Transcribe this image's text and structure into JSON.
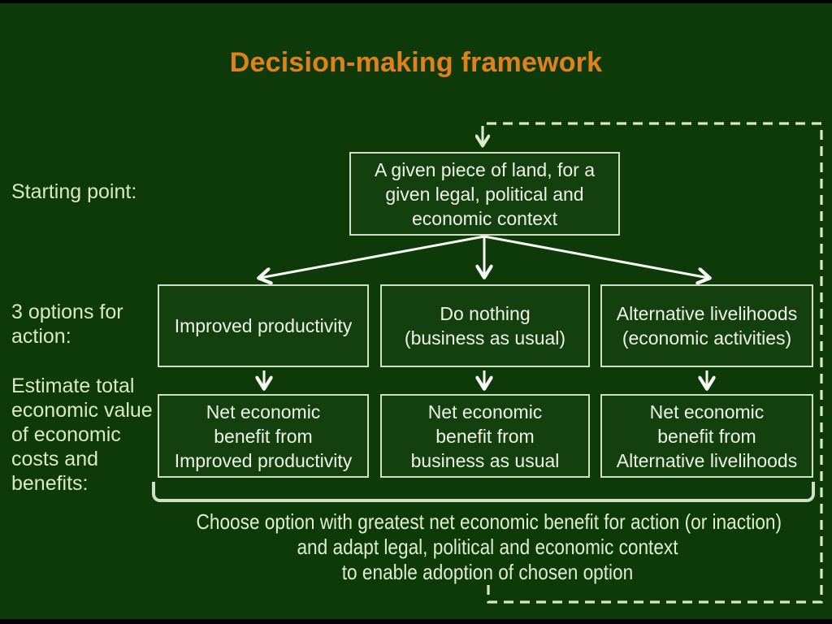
{
  "slide": {
    "title": "Decision-making framework",
    "labels": {
      "starting_point": "Starting point:",
      "options": "3 options for\naction:",
      "estimate": "Estimate total\neconomic value\nof economic\ncosts and\nbenefits:"
    },
    "boxes": {
      "context": "A given piece of land, for a\ngiven legal, political and\neconomic context",
      "option_improved": "Improved productivity",
      "option_do_nothing": "Do nothing\n(business as usual)",
      "option_alternative": "Alternative livelihoods\n(economic activities)",
      "benefit_improved": "Net economic\nbenefit from\nImproved productivity",
      "benefit_do_nothing": "Net economic\nbenefit from\nbusiness as usual",
      "benefit_alternative": "Net economic\nbenefit from\nAlternative livelihoods"
    },
    "conclusion": "Choose option with greatest net economic benefit for action (or inaction)\nand adapt legal, political and economic context\nto enable adoption of chosen option",
    "colors": {
      "background": "#0d3a08",
      "title": "#e0811b",
      "label_text": "#d9e9c6",
      "box_text": "#edf4e5",
      "box_border": "#cfe0c3",
      "arrow": "#f8faf3",
      "dashed_line": "#d9e9c6",
      "bracket": "#cfe0c2"
    }
  }
}
